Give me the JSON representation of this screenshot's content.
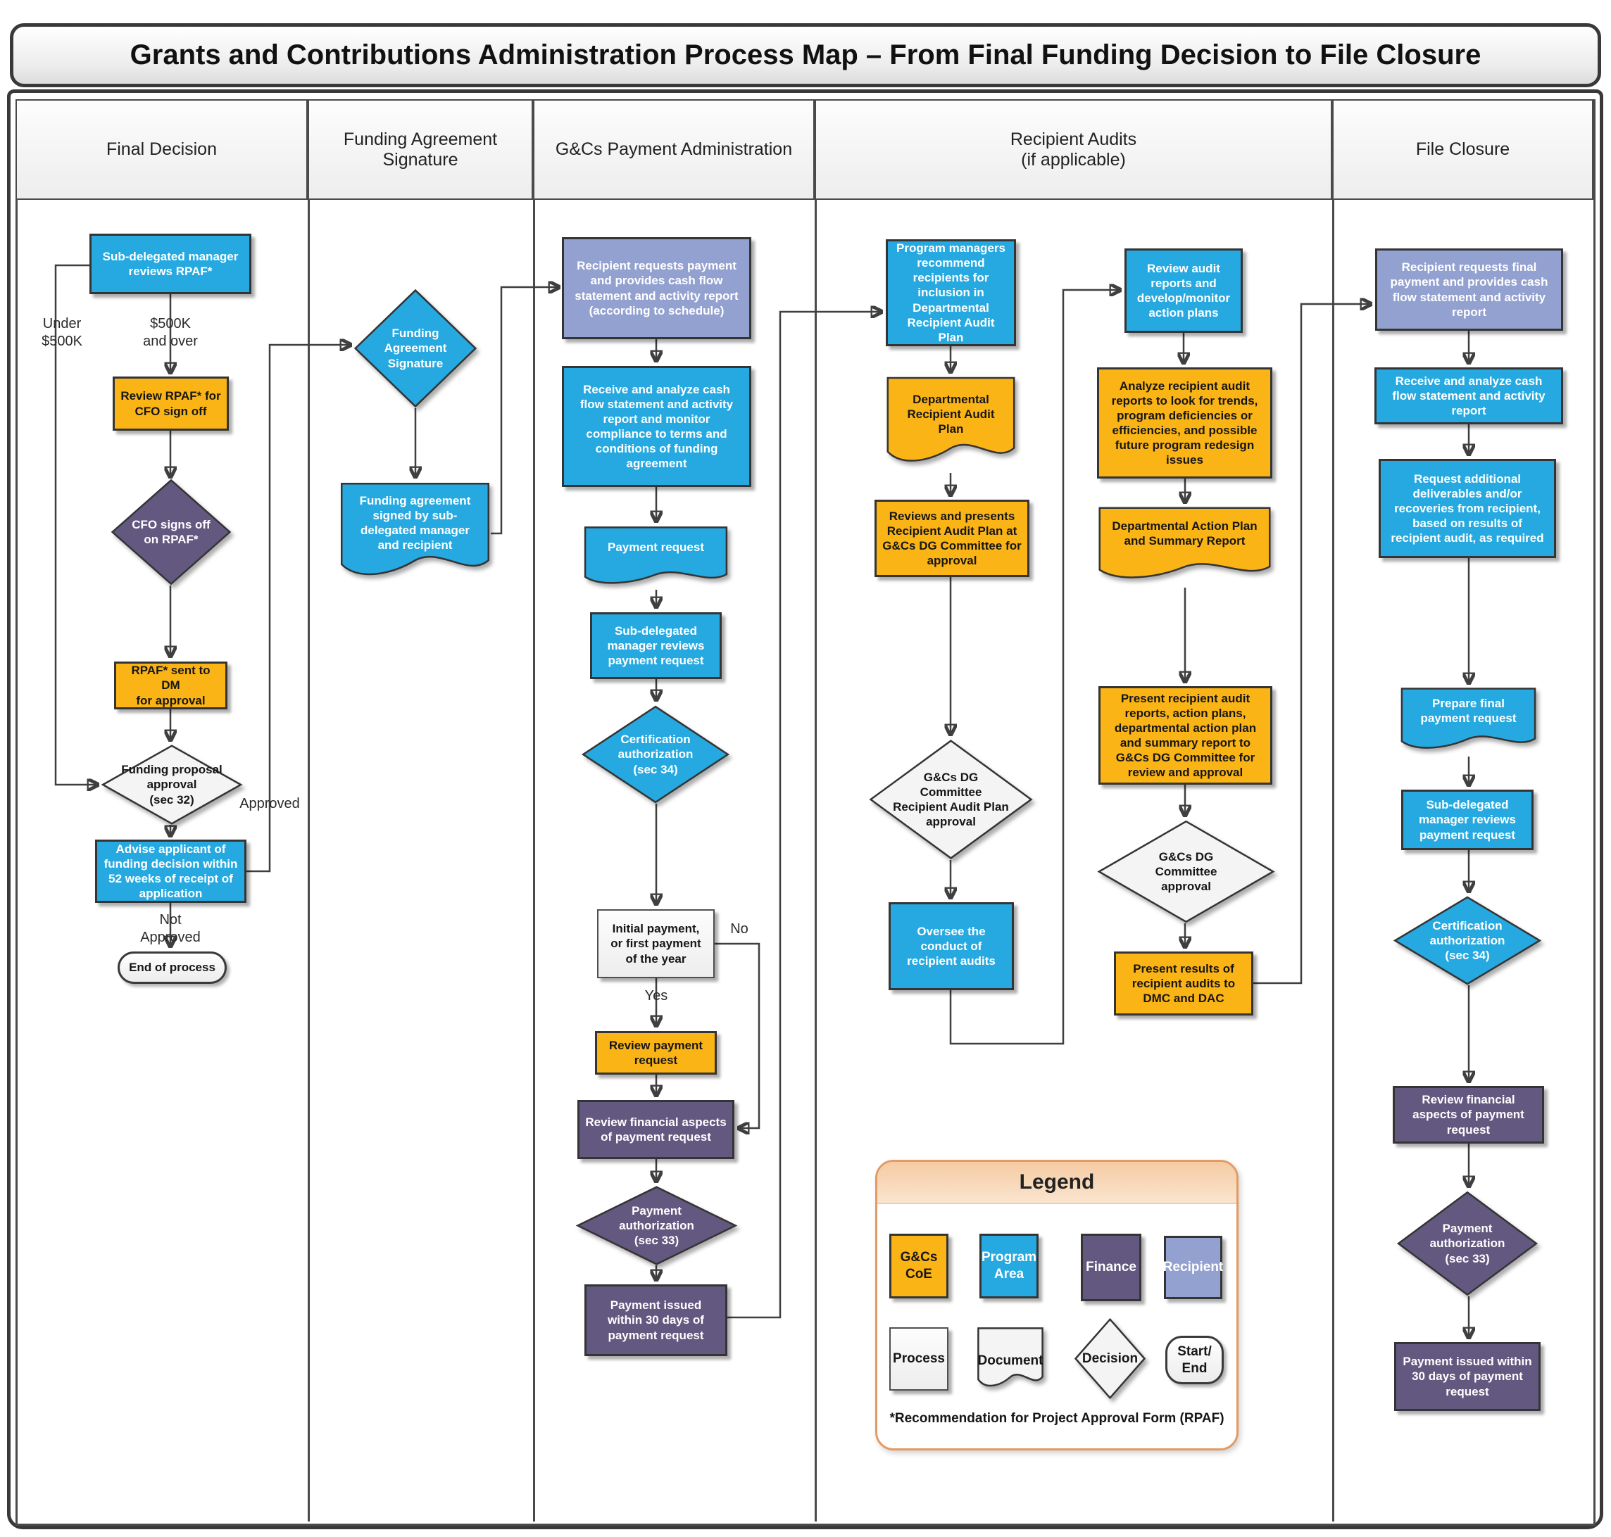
{
  "title": "Grants and Contributions Administration Process Map – From Final Funding Decision to File Closure",
  "lanes": [
    {
      "label": "Final Decision"
    },
    {
      "label": "Funding Agreement\nSignature"
    },
    {
      "label": "G&Cs Payment Administration"
    },
    {
      "label": "Recipient Audits\n(if applicable)"
    },
    {
      "label": "File Closure"
    }
  ],
  "nodes": {
    "a1": {
      "text": "Sub-delegated manager\nreviews RPAF*"
    },
    "a2": {
      "text": "Review RPAF* for\nCFO sign off"
    },
    "a3": {
      "text": "CFO signs off\non RPAF*"
    },
    "a4": {
      "text": "RPAF* sent to\nDM\nfor approval"
    },
    "a5": {
      "text": "Funding proposal\napproval\n(sec 32)"
    },
    "a6": {
      "text": "Advise applicant  of\nfunding decision within\n52 weeks of receipt of\napplication"
    },
    "a7": {
      "text": "End of process"
    },
    "b1": {
      "text": "Funding\nAgreement\nSignature"
    },
    "b2": {
      "text": "Funding agreement\nsigned by sub-\ndelegated manager\nand recipient"
    },
    "c1": {
      "text": "Recipient requests payment\nand provides cash flow\nstatement and activity report\n(according to  schedule)"
    },
    "c2": {
      "text": "Receive and analyze cash\nflow statement and activity\nreport and monitor\ncompliance to terms and\nconditions of funding\nagreement"
    },
    "c3": {
      "text": "Payment request"
    },
    "c4": {
      "text": "Sub-delegated\nmanager reviews\npayment request"
    },
    "c5": {
      "text": "Certification\nauthorization\n(sec 34)"
    },
    "c6": {
      "text": "Initial payment,\nor first payment\nof the year"
    },
    "c7": {
      "text": "Review payment\nrequest"
    },
    "c8": {
      "text": "Review financial aspects\nof payment request"
    },
    "c9": {
      "text": "Payment\nauthorization\n(sec 33)"
    },
    "c10": {
      "text": "Payment issued\nwithin 30 days of\npayment request"
    },
    "d1": {
      "text": "Program managers\nrecommend\nrecipients for\ninclusion in\nDepartmental\nRecipient Audit\nPlan"
    },
    "d2": {
      "text": "Departmental\nRecipient Audit\nPlan"
    },
    "d3": {
      "text": "Reviews and presents\nRecipient Audit Plan at\nG&Cs DG Committee for\napproval"
    },
    "d4": {
      "text": "G&Cs DG\nCommittee\nRecipient Audit Plan\napproval"
    },
    "d5": {
      "text": "Oversee the\nconduct of\nrecipient audits"
    },
    "e1": {
      "text": "Review audit\nreports and\ndevelop/monitor\naction plans"
    },
    "e2": {
      "text": "Analyze recipient audit\nreports to look for trends,\nprogram deficiencies or\nefficiencies, and possible\nfuture program redesign\nissues"
    },
    "e3": {
      "text": "Departmental Action Plan\nand Summary Report"
    },
    "e4": {
      "text": "Present recipient audit\nreports, action plans,\ndepartmental action plan\nand summary report to\nG&Cs DG Committee for\nreview and approval"
    },
    "e5": {
      "text": "G&Cs DG\nCommittee\napproval"
    },
    "e6": {
      "text": "Present results of\nrecipient audits to\nDMC and DAC"
    },
    "f1": {
      "text": "Recipient requests final\npayment and provides cash\nflow statement and activity\nreport"
    },
    "f2": {
      "text": "Receive and analyze cash\nflow statement and activity\nreport"
    },
    "f3": {
      "text": "Request additional\ndeliverables and/or\nrecoveries from recipient,\nbased on results of\nrecipient audit, as required"
    },
    "f4": {
      "text": "Prepare final\npayment request"
    },
    "f5": {
      "text": "Sub-delegated\nmanager reviews\npayment request"
    },
    "f6": {
      "text": "Certification\nauthorization\n(sec 34)"
    },
    "f7": {
      "text": "Review financial\naspects of payment\nrequest"
    },
    "f8": {
      "text": "Payment\nauthorization\n(sec 33)"
    },
    "f9": {
      "text": "Payment issued within\n30 days of payment\nrequest"
    }
  },
  "edge_labels": {
    "under": "Under\n$500K",
    "over": "$500K\nand over",
    "approved": "Approved",
    "not_approved": "Not\nApproved",
    "yes": "Yes",
    "no": "No"
  },
  "legend": {
    "title": "Legend",
    "items": {
      "gcs": "G&Cs\nCoE",
      "program": "Program\nArea",
      "finance": "Finance",
      "recipient": "Recipient",
      "process": "Process",
      "document": "Document",
      "decision": "Decision",
      "start_end": "Start/\nEnd"
    },
    "footnote": "*Recommendation for Project Approval Form (RPAF)"
  },
  "colors": {
    "gcs_coe_orange": "#FBB416",
    "program_area_blue": "#25A9E0",
    "finance_purple": "#635880",
    "recipient_lavender": "#93A1D0"
  }
}
